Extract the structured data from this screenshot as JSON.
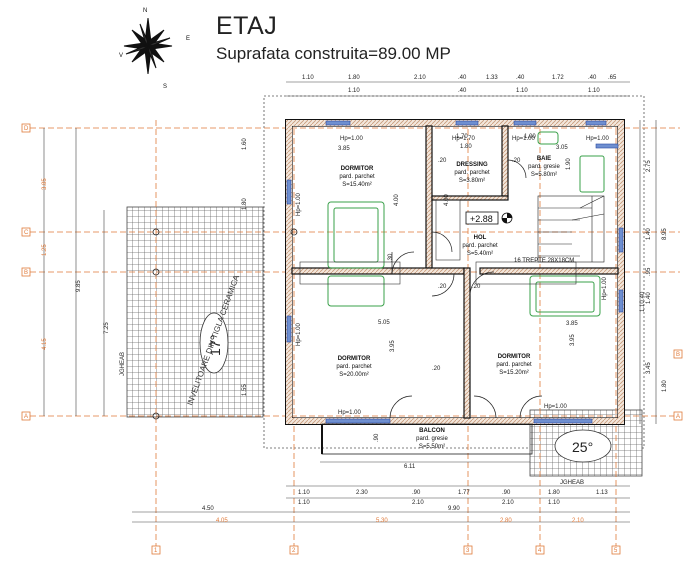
{
  "header": {
    "title": "ETAJ",
    "subtitle": "Suprafata construita=89.00 MP"
  },
  "compass": {
    "labels": [
      "N",
      "E",
      "S",
      "V"
    ]
  },
  "dims": {
    "top1": [
      "1.10",
      "1.80",
      "2.10",
      ".40",
      "1.33",
      ".40",
      "1.72",
      ".40",
      ".65"
    ],
    "top2": [
      "1.10",
      ".40",
      "1.10",
      "1.10"
    ],
    "bottom1": [
      "1.10",
      "2.30",
      ".90",
      "1.77",
      ".90",
      "1.80",
      "1.13"
    ],
    "bottom2": [
      "1.10",
      "2.10",
      "2.10",
      "1.10"
    ],
    "overall_bottom": [
      "4.50",
      "9.90"
    ],
    "axis_spacing": [
      "4.05",
      "5.30",
      "2.80",
      "2.10"
    ],
    "left_axis": [
      "3.85",
      "1.25",
      "4.15"
    ],
    "left_overall": [
      "9.85",
      "7.25"
    ],
    "right1": [
      "2.75",
      "1.40",
      ".95",
      "1.40",
      "3.45",
      "1.10",
      ".40"
    ],
    "right2": [
      "8.95",
      "1.80"
    ],
    "balcony_width": "6.11",
    "interior": [
      "3.85",
      "3.85",
      "5.05",
      "3.95",
      "4.00",
      "4.00",
      "3.95",
      "1.60",
      "1.80",
      "1.55",
      ".20",
      ".20",
      ".20",
      ".20",
      ".20",
      "3.05",
      "1.90",
      "1.70",
      "1.80",
      "1.00",
      ".30",
      ".90"
    ]
  },
  "axes": {
    "horizontal": [
      "D",
      "C",
      "B",
      "A"
    ],
    "vertical": [
      "1",
      "2",
      "3",
      "4",
      "5"
    ]
  },
  "rooms": [
    {
      "name": "DORMITOR",
      "floor": "pard. parchet",
      "area": "S=15.40m²"
    },
    {
      "name": "DRESSING",
      "floor": "pard. parchet",
      "area": "S=3.80m²"
    },
    {
      "name": "BAIE",
      "floor": "pard. gresie",
      "area": "S=5.80m²"
    },
    {
      "name": "HOL",
      "floor": "pard. parchet",
      "area": "S=5.40m²"
    },
    {
      "name": "DORMITOR",
      "floor": "pard. parchet",
      "area": "S=20.00m²"
    },
    {
      "name": "DORMITOR",
      "floor": "pard. parchet",
      "area": "S=15.20m²"
    },
    {
      "name": "BALCON",
      "floor": "pard. gresie",
      "area": "S=5.50m²"
    }
  ],
  "openings": [
    "Hp=1.00",
    "Hp=1.70",
    "Hp=1.00",
    "Hp=1.00",
    "Hp=1.00",
    "Hp=1.00",
    "Hp=1.00",
    "Hp=1.00",
    "Hp=1.00"
  ],
  "level": "+2.88",
  "stairs": "16 TREPTE 28X18CM",
  "roof": {
    "label": "INVELITOARE DIN TIGLA CERAMICA",
    "slope_left": "17°",
    "slope_right": "25°",
    "gutter": "JGHEAB"
  }
}
